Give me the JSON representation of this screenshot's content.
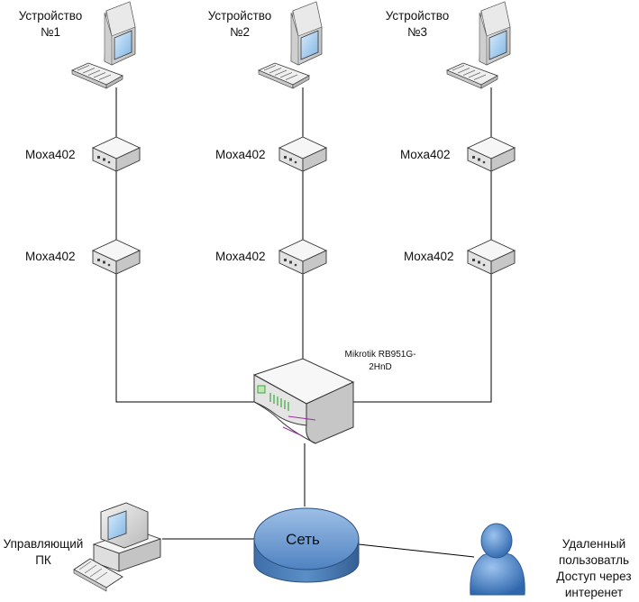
{
  "devices": [
    {
      "line1": "Устройство",
      "line2": "№1"
    },
    {
      "line1": "Устройство",
      "line2": "№2"
    },
    {
      "line1": "Устройство",
      "line2": "№3"
    }
  ],
  "moxa_label": "Moxa402",
  "router": {
    "line1": "Mikrotik RB951G-",
    "line2": "2HnD"
  },
  "control_pc": {
    "line1": "Управляющий",
    "line2": "ПК"
  },
  "network": {
    "label": "Сеть"
  },
  "remote_user": {
    "line1": "Удаленный",
    "line2": "пользоватль",
    "line3": "Доступ через",
    "line4": "интеренет"
  },
  "colors": {
    "network_fill": "#5b8fc7",
    "user_fill": "#4a80c0",
    "router_led": "#3aa83a",
    "router_port": "#9a2fa0"
  }
}
